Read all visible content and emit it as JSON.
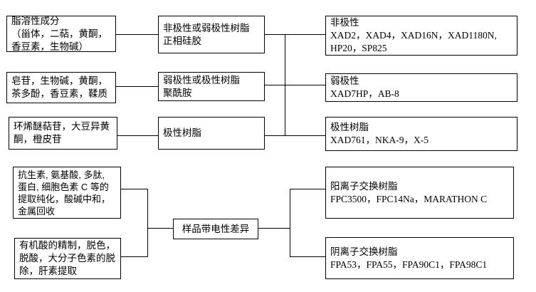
{
  "diagram": {
    "description": "流程图：样品成分类型与大孔树脂选择",
    "colors": {
      "border": "#000000",
      "background": "#ffffff",
      "text": "#000000"
    },
    "boxes": {
      "lipid_soluble": {
        "lines": [
          "脂溶性成分",
          "（甾体，二萜，黄酮，",
          "香豆素，生物碱）"
        ]
      },
      "saponins": {
        "lines": [
          "皂苷，生物碱，黄酮，",
          "茶多酚，香豆素，鞣质"
        ]
      },
      "iridoid": {
        "lines": [
          "环烯醚萜苷，大豆异黄",
          "酮，橙皮苷"
        ]
      },
      "antibiotics": {
        "lines": [
          "抗生素, 氨基酸, 多肽,",
          "蛋白, 细胞色素 C 等的",
          "提取纯化，酸碱中和，",
          "金属回收"
        ]
      },
      "organic_acids": {
        "lines": [
          "有机酸的精制，脱色，",
          "脱酸，大分子色素的脱",
          "除，肝素提取"
        ]
      },
      "nonpolar_or_weak": {
        "lines": [
          "非极性或弱极性树脂",
          "正相硅胶"
        ]
      },
      "weak_or_polar": {
        "lines": [
          "弱极性或极性树脂",
          "聚酰胺"
        ]
      },
      "polar_resin": {
        "lines": [
          "极性树脂"
        ]
      },
      "sample_charge": {
        "lines": [
          "样品带电性差异"
        ]
      },
      "nonpolar_list": {
        "lines": [
          "非极性",
          "XAD2，XAD4，XAD16N，XAD1180N,",
          "HP20，SP825"
        ]
      },
      "weakpolar_list": {
        "lines": [
          "弱极性",
          "XAD7HP，AB-8"
        ]
      },
      "polar_list": {
        "lines": [
          "极性树脂",
          "XAD761，NKA-9，X-5"
        ]
      },
      "cation_list": {
        "lines": [
          "阳离子交换树脂",
          "FPC3500，FPC14Na，MARATHON C"
        ]
      },
      "anion_list": {
        "lines": [
          "阴离子交换树脂",
          "FPA53，FPA55，FPA90C1，FPA98C1"
        ]
      }
    }
  }
}
